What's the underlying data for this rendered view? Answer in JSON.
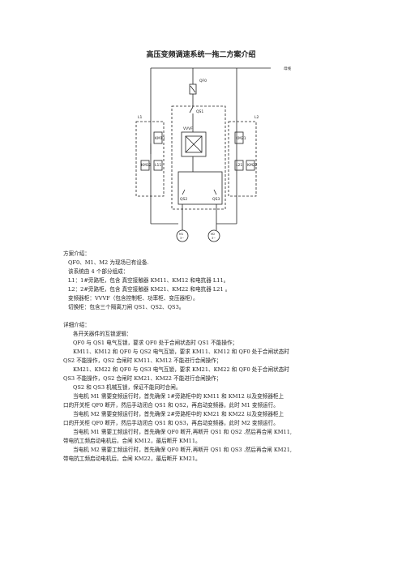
{
  "title": "高压变频调速系统一拖二方案介绍",
  "diagram": {
    "power_label": "母线",
    "qf0": "QF0",
    "qs1": "QS1",
    "l1": "L1",
    "l2": "L2",
    "vvvf": "VVVF",
    "km11": "KM11",
    "km12": "KM12",
    "l11": "L11",
    "km21": "KM21",
    "km22": "KM22",
    "l21": "L21",
    "qs2": "QS2",
    "qs3": "QS3",
    "m1_top": "M1",
    "m1_bottom": "3~",
    "m2_top": "M2",
    "m2_bottom": "3~"
  },
  "lines": [
    "方案介绍：",
    "QF0、M1、M2 为现场已有设备.",
    "该系统由 4 个部分组成：",
    "L1：1#旁路柜，包含  真空接触器 KM11、KM12 和电抗器 L11。",
    "L2：2#旁路柜，包含  真空接触器 KM21、KM22 和电抗器 L21  。",
    "变频器柜：VVVF（包含控制柜、功率柜、变压器柜）。",
    "切换柜：包含三个隔离刀闸 QS1、QS2、QS3。",
    "",
    "详细介绍：",
    "各开关器件的互锁逻辑：",
    "QF0 与 QS1 电气互锁，要求 QF0 处于合闸状态时 QS1 不能操作；",
    "KM11、KM12 和 QF0 与 QS2 电气互锁，要求 KM11、KM12 和 QF0 处于合闸状态时",
    "QS2 不能操作，QS2 合闸时 KM11、KM12 不能进行合闸操作；",
    "KM21、KM22 和 QF0 与 QS3 电气互锁，要求 KM21、KM22 和 QF0 处于合闸状态时",
    "QS3 不能操作，QS2 合闸时 KM21、KM22 不能进行合闸操作；",
    "QS2 和 QS3 机械互锁，保证不能同时合闸。",
    "当电机 M1 需要变频运行时，首先确保 1#旁路柜中的 KM11 和 KM12 以及变频器柜上",
    "口的开关柜 QF0 断开，然后手动闭合 QS1 和 QS2，再启动变频器，此时 M1 变频运行。",
    "当电机 M2 需要变频运行时，首先确保 2#旁路柜中的 KM21 和 KM22 以及变频器柜上",
    "口的开关柜 QF0 断开，然后手动闭合 QS1 和 QS3，再启动变频器，此时 M2 变频运行。",
    "当电机 M1 需要工频运行时，首先确保 QF0 断开,再断开 QS1 和 QS2  .然后再合闸 KM11,",
    "带电抗工频启动电机后，合闸 KM12，最后断开 KM11。",
    "当电机 M2 需要工频运行时，首先确保 QF0 断开,再断开 QS1 和 QS3  .然后再合闸 KM21,",
    "带电抗工频启动电机后，合闸 KM22，最后断开 KM21。"
  ]
}
